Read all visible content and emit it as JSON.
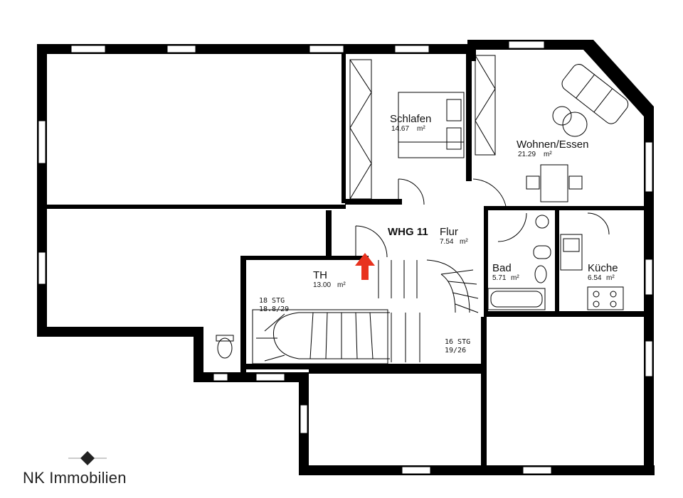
{
  "floor_plan": {
    "unit_label": "WHG 11",
    "rooms": [
      {
        "id": "schlafen",
        "name": "Schlafen",
        "area": "14.67",
        "unit": "m²"
      },
      {
        "id": "wohnen",
        "name": "Wohnen/Essen",
        "area": "21.29",
        "unit": "m²"
      },
      {
        "id": "flur",
        "name": "Flur",
        "area": "7.54",
        "unit": "m²"
      },
      {
        "id": "bad",
        "name": "Bad",
        "area": "5.71",
        "unit": "m²"
      },
      {
        "id": "kueche",
        "name": "Küche",
        "area": "6.54",
        "unit": "m²"
      },
      {
        "id": "th",
        "name": "TH",
        "area": "13.00",
        "unit": "m²"
      }
    ],
    "stairs": [
      {
        "id": "stair-left",
        "steps": "18 STG",
        "ratio": "18.8/29"
      },
      {
        "id": "stair-right",
        "steps": "16 STG",
        "ratio": "19/26"
      }
    ],
    "entrance_arrow_color": "#e8321e",
    "wall_color": "#000000"
  },
  "branding": {
    "company": "NK Immobilien"
  }
}
